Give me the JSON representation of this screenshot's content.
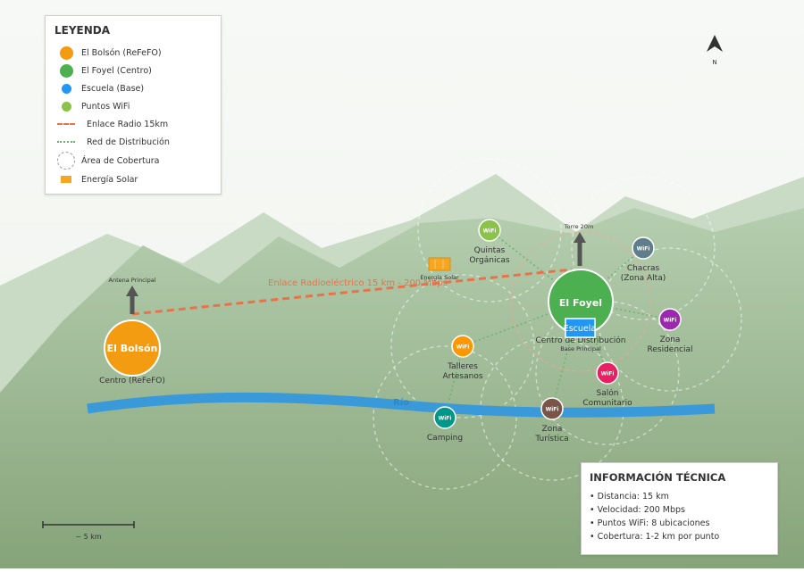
{
  "legend": {
    "title": "LEYENDA",
    "items": [
      {
        "label": "El Bolsón (ReFeFO)",
        "kind": "dot",
        "color": "#f39c12"
      },
      {
        "label": "El Foyel (Centro)",
        "kind": "dot",
        "color": "#4caf50"
      },
      {
        "label": "Escuela (Base)",
        "kind": "dot-small",
        "color": "#2196f3"
      },
      {
        "label": "Puntos WiFi",
        "kind": "dot-small",
        "color": "#8bc34a"
      },
      {
        "label": "Enlace Radio 15km",
        "kind": "dash",
        "color": "#e8734a"
      },
      {
        "label": "Red de Distribución",
        "kind": "dotline",
        "color": "#6ab36e"
      },
      {
        "label": "Área de Cobertura",
        "kind": "coverage",
        "color": "#999999"
      },
      {
        "label": "Energía Solar",
        "kind": "solar",
        "color": "#f5a623"
      }
    ]
  },
  "compass": {
    "label": "N"
  },
  "scale": {
    "label": "~ 5 km"
  },
  "river": {
    "label": "Río"
  },
  "link": {
    "label": "Enlace Radioeléctrico 15 km - 200 Mbps"
  },
  "bolson": {
    "name": "El Bolsón",
    "sublabel": "Centro (ReFeFO)",
    "antenna_label": "Antena Principal",
    "color": "#f39c12"
  },
  "foyel": {
    "name": "El Foyel",
    "sublabel": "Centro de Distribución",
    "tower_label": "Torre 20m",
    "color": "#4caf50"
  },
  "school": {
    "name": "Escuela",
    "sublabel": "Base Principal",
    "color": "#2196f3"
  },
  "solar_panel": {
    "label": "Energía Solar",
    "color": "#f5a623"
  },
  "wifi_icon_text": "WiFi",
  "wifi_points": [
    {
      "id": "quintas",
      "label1": "Quintas",
      "label2": "Orgánicas",
      "color": "#8bc34a"
    },
    {
      "id": "chacras",
      "label1": "Chacras",
      "label2": "(Zona Alta)",
      "color": "#607d8b"
    },
    {
      "id": "residencial",
      "label1": "Zona",
      "label2": "Residencial",
      "color": "#9c27b0"
    },
    {
      "id": "talleres",
      "label1": "Talleres",
      "label2": "Artesanos",
      "color": "#ff9800"
    },
    {
      "id": "salon",
      "label1": "Salón",
      "label2": "Comunitario",
      "color": "#e91e63"
    },
    {
      "id": "turistica",
      "label1": "Zona",
      "label2": "Turística",
      "color": "#795548"
    },
    {
      "id": "camping",
      "label1": "Camping",
      "label2": "",
      "color": "#009688"
    }
  ],
  "info": {
    "title": "INFORMACIÓN TÉCNICA",
    "rows": [
      "• Distancia: 15 km",
      "• Velocidad: 200 Mbps",
      "• Puntos WiFi: 8 ubicaciones",
      "• Cobertura: 1-2 km por punto"
    ]
  },
  "colors": {
    "mountain_back": "#a9c7a3",
    "ground": "#8ba87e",
    "river": "#3a9ad9",
    "link": "#e8734a",
    "distribution": "#6ab36e"
  }
}
